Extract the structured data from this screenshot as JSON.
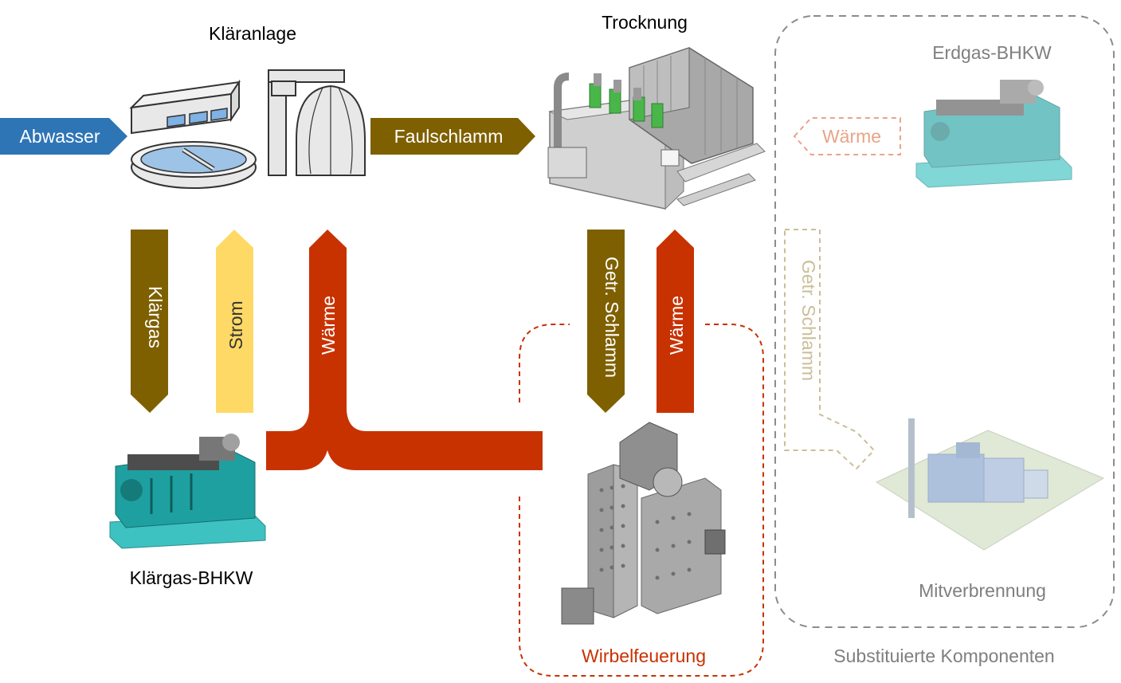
{
  "titles": {
    "klaeranlage": "Kläranlage",
    "trocknung": "Trocknung",
    "erdgas_bhkw": "Erdgas-BHKW",
    "klaergas_bhkw": "Klärgas-BHKW",
    "mitverbrennung": "Mitverbrennung",
    "wirbelfeuerung": "Wirbelfeuerung",
    "substituierte": "Substituierte Komponenten"
  },
  "flows": {
    "abwasser": "Abwasser",
    "faulschlamm": "Faulschlamm",
    "waerme_erdgas": "Wärme",
    "klaergas": "Klärgas",
    "strom": "Strom",
    "waerme_left": "Wärme",
    "getr_schlamm": "Getr. Schlamm",
    "waerme_right": "Wärme",
    "getr_schlamm_faded": "Getr. Schlamm"
  },
  "colors": {
    "abwasser": "#2E75B6",
    "schlamm": "#7F6000",
    "strom": "#FFD966",
    "waerme": "#C83200",
    "faded_waerme": "#E8A488",
    "faded_schlamm": "#CBBE98",
    "faded_text": "#7F7F7F",
    "dashed_gray": "#8C8C8C"
  }
}
